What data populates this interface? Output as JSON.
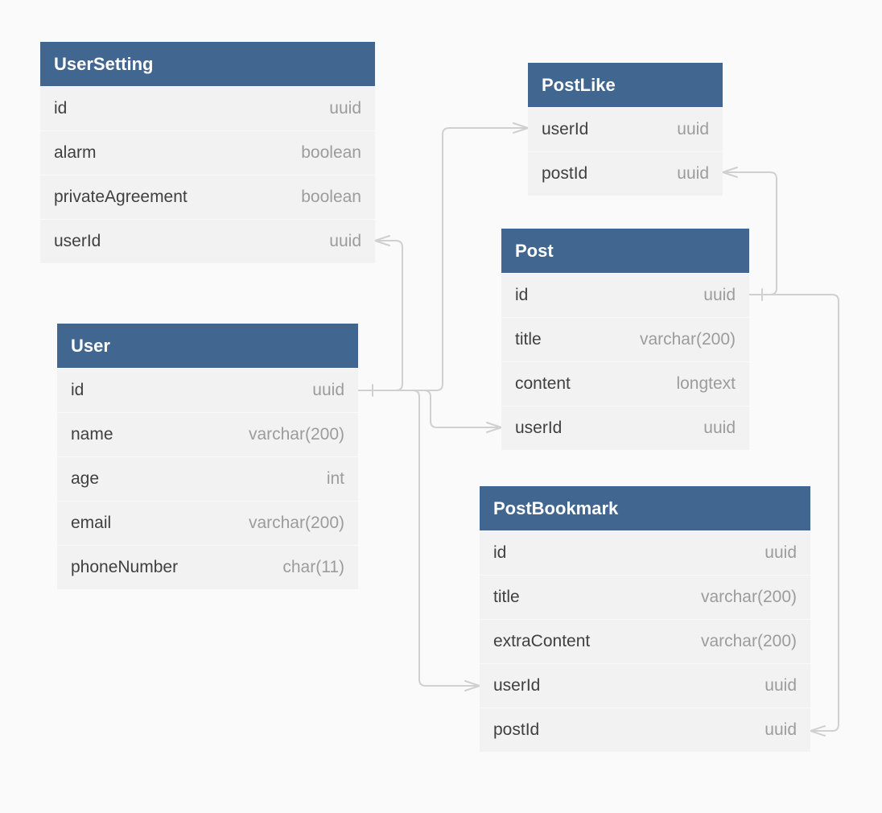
{
  "tables": {
    "usersetting": {
      "name": "UserSetting",
      "fields": [
        {
          "name": "id",
          "type": "uuid"
        },
        {
          "name": "alarm",
          "type": "boolean"
        },
        {
          "name": "privateAgreement",
          "type": "boolean"
        },
        {
          "name": "userId",
          "type": "uuid"
        }
      ]
    },
    "user": {
      "name": "User",
      "fields": [
        {
          "name": "id",
          "type": "uuid"
        },
        {
          "name": "name",
          "type": "varchar(200)"
        },
        {
          "name": "age",
          "type": "int"
        },
        {
          "name": "email",
          "type": "varchar(200)"
        },
        {
          "name": "phoneNumber",
          "type": "char(11)"
        }
      ]
    },
    "postlike": {
      "name": "PostLike",
      "fields": [
        {
          "name": "userId",
          "type": "uuid"
        },
        {
          "name": "postId",
          "type": "uuid"
        }
      ]
    },
    "post": {
      "name": "Post",
      "fields": [
        {
          "name": "id",
          "type": "uuid"
        },
        {
          "name": "title",
          "type": "varchar(200)"
        },
        {
          "name": "content",
          "type": "longtext"
        },
        {
          "name": "userId",
          "type": "uuid"
        }
      ]
    },
    "postbookmark": {
      "name": "PostBookmark",
      "fields": [
        {
          "name": "id",
          "type": "uuid"
        },
        {
          "name": "title",
          "type": "varchar(200)"
        },
        {
          "name": "extraContent",
          "type": "varchar(200)"
        },
        {
          "name": "userId",
          "type": "uuid"
        },
        {
          "name": "postId",
          "type": "uuid"
        }
      ]
    }
  },
  "relationships": [
    {
      "from": "User.id",
      "to": "UserSetting.userId",
      "cardinality": "one-to-many"
    },
    {
      "from": "User.id",
      "to": "PostLike.userId",
      "cardinality": "one-to-many"
    },
    {
      "from": "User.id",
      "to": "Post.userId",
      "cardinality": "one-to-many"
    },
    {
      "from": "User.id",
      "to": "PostBookmark.userId",
      "cardinality": "one-to-many"
    },
    {
      "from": "Post.id",
      "to": "PostLike.postId",
      "cardinality": "one-to-many"
    },
    {
      "from": "Post.id",
      "to": "PostBookmark.postId",
      "cardinality": "one-to-many"
    }
  ],
  "colors": {
    "header_bg": "#416690",
    "header_text": "#ffffff",
    "row_bg": "#f2f2f2",
    "field_name": "#404040",
    "field_type": "#9c9c9c",
    "connector": "#d0d0d0",
    "canvas_bg": "#fafafa"
  }
}
